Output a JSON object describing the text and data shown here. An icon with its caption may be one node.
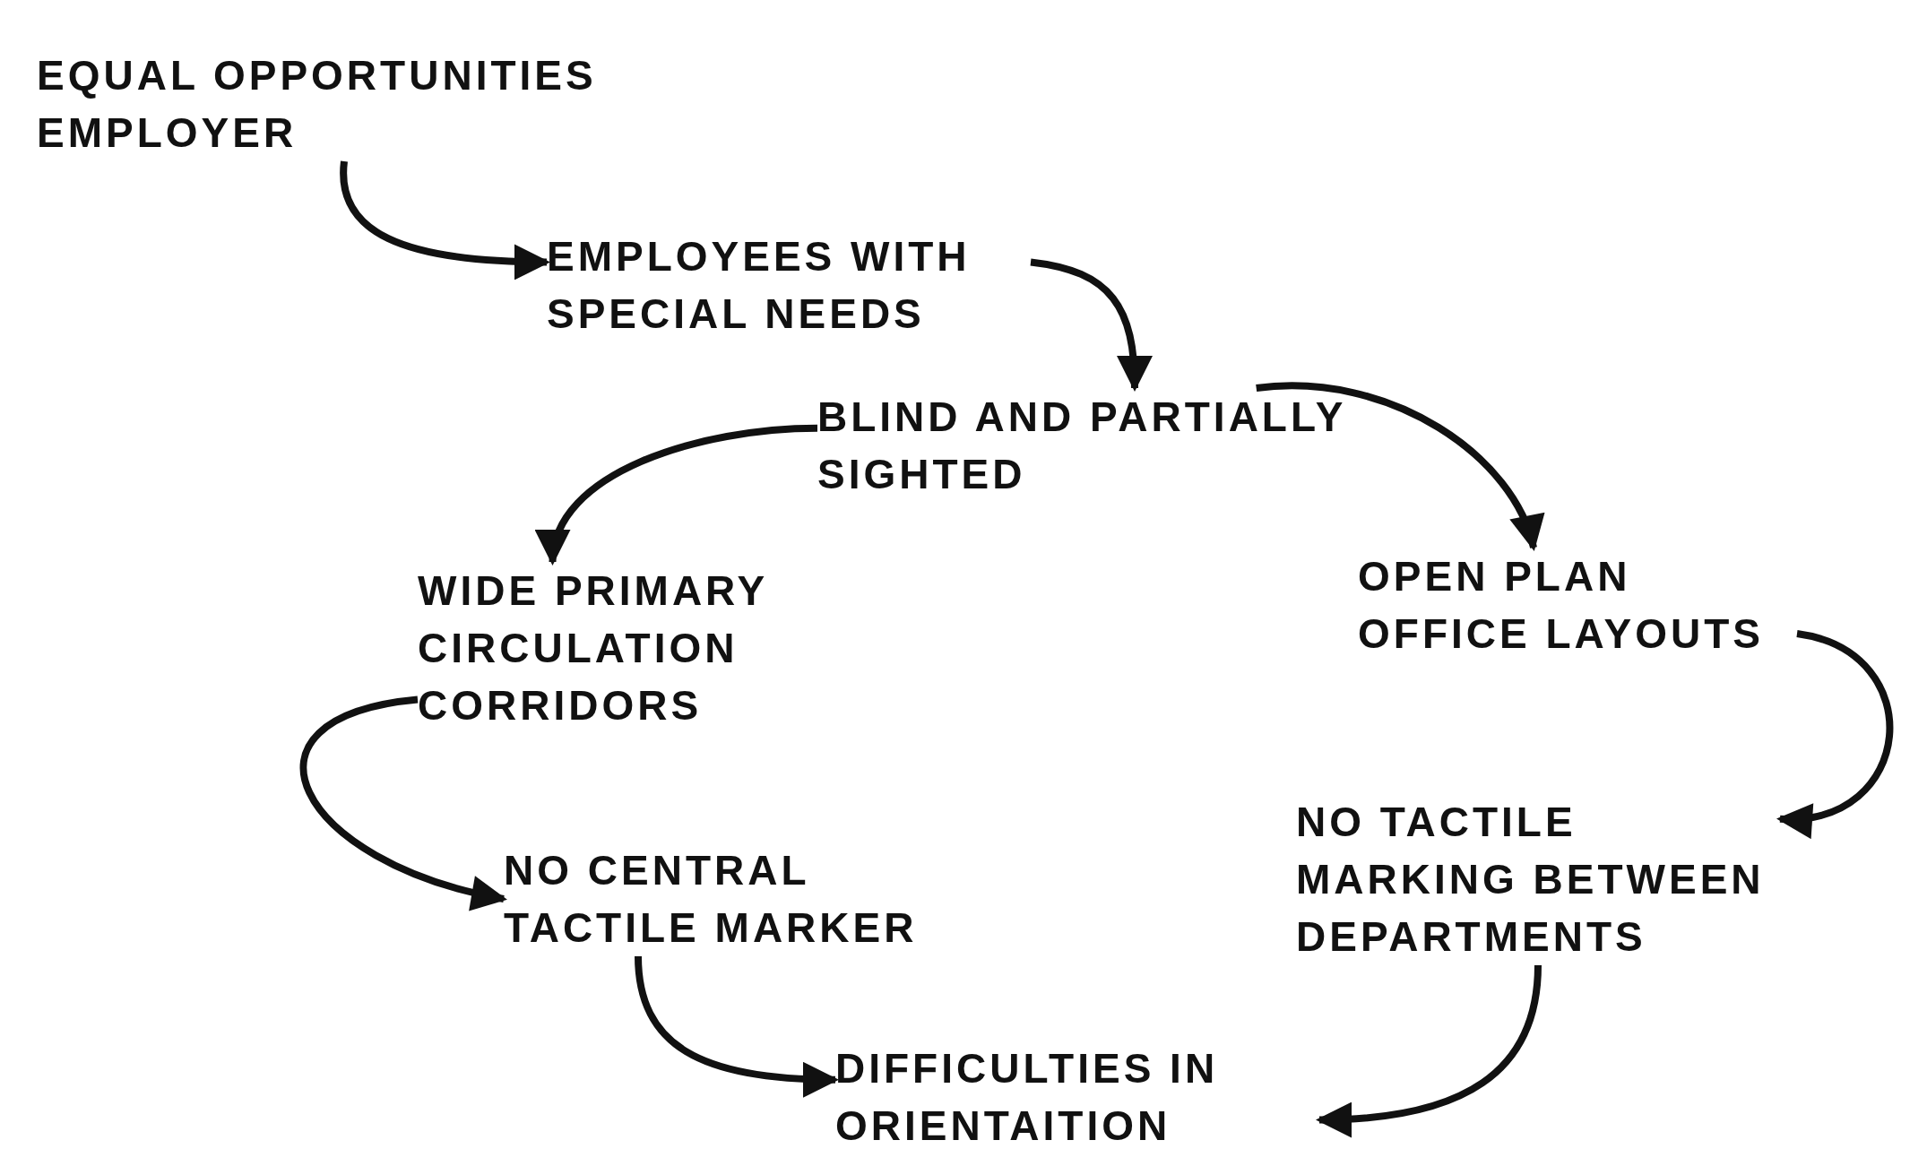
{
  "diagram": {
    "nodes": [
      {
        "text": [
          "EQUAL OPPORTUNITIES EMPLOYER"
        ]
      },
      {
        "text": [
          "EMPLOYEES WITH SPECIAL NEEDS"
        ]
      },
      {
        "text": [
          "BLIND AND PARTIALLY SIGHTED"
        ]
      },
      {
        "text": [
          "WIDE PRIMARY CIRCULATION CORRIDORS"
        ]
      },
      {
        "text": [
          "OPEN PLAN OFFICE LAYOUTS"
        ]
      },
      {
        "text": [
          "NO TACTILE MARKING BETWEEN DEPARTMENTS"
        ]
      },
      {
        "text": [
          "NO CENTRAL TACTILE MARKER"
        ]
      },
      {
        "text": [
          "DIFFICULTIES IN ORIENTAITION"
        ]
      }
    ],
    "edges": [
      {
        "from": 0,
        "to": 1,
        "arrow": "to"
      },
      {
        "from": 1,
        "to": 2,
        "arrow": "to"
      },
      {
        "from": 2,
        "to": 3,
        "arrow": "to"
      },
      {
        "from": 2,
        "to": 4,
        "arrow": "to"
      },
      {
        "from": 3,
        "to": 6,
        "arrow": "to"
      },
      {
        "from": 4,
        "to": 5,
        "arrow": "to"
      },
      {
        "from": 6,
        "to": 7,
        "arrow": "to"
      },
      {
        "from": 5,
        "to": 7,
        "arrow": "to"
      }
    ]
  }
}
